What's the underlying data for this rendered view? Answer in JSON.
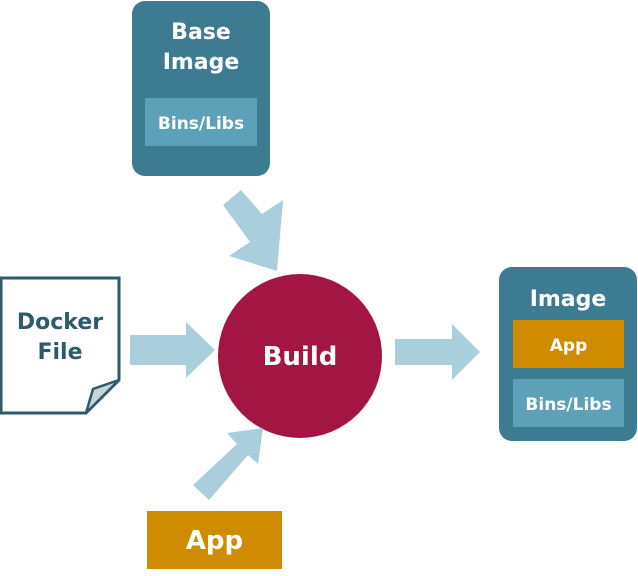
{
  "colors": {
    "teal": "#3C7B90",
    "light_teal": "#5DA1B8",
    "arrow": "#A9CFDC",
    "orange": "#D08C00",
    "crimson": "#A31543",
    "doc_stroke": "#2E5A6A",
    "doc_fold": "#C9D4D9"
  },
  "base_image": {
    "title_line1": "Base",
    "title_line2": "Image",
    "layer": "Bins/Libs"
  },
  "docker_file": {
    "line1": "Docker",
    "line2": "File",
    "icon": "document-icon"
  },
  "build": {
    "label": "Build"
  },
  "app_input": {
    "label": "App"
  },
  "result_image": {
    "title": "Image",
    "layer_app": "App",
    "layer_libs": "Bins/Libs"
  }
}
